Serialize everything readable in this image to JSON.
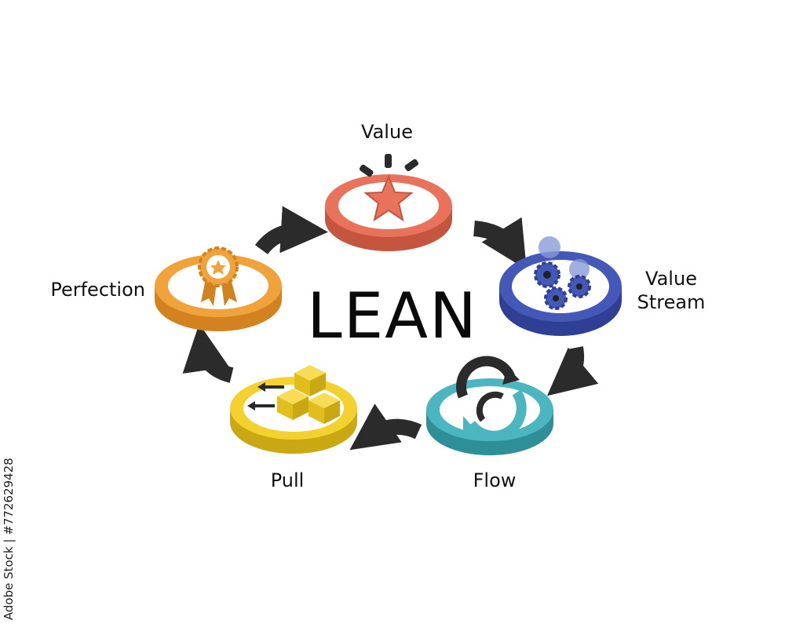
{
  "title": "LEAN",
  "steps": [
    {
      "id": "value",
      "label": "Value",
      "color": "#e8735a",
      "icon": "star-icon"
    },
    {
      "id": "value-stream",
      "label_lines": [
        "Value",
        "Stream"
      ],
      "color": "#4458b8",
      "icon": "gears-with-eye-icon"
    },
    {
      "id": "flow",
      "label": "Flow",
      "color": "#4bb6bf",
      "icon": "cycle-arrows-icon"
    },
    {
      "id": "pull",
      "label": "Pull",
      "color": "#f3d12e",
      "icon": "boxes-icon"
    },
    {
      "id": "perfection",
      "label": "Perfection",
      "color": "#f0a23b",
      "icon": "award-ribbon-icon"
    }
  ],
  "connector_color": "#2b2b2b",
  "watermark": "Adobe Stock | #772629428"
}
